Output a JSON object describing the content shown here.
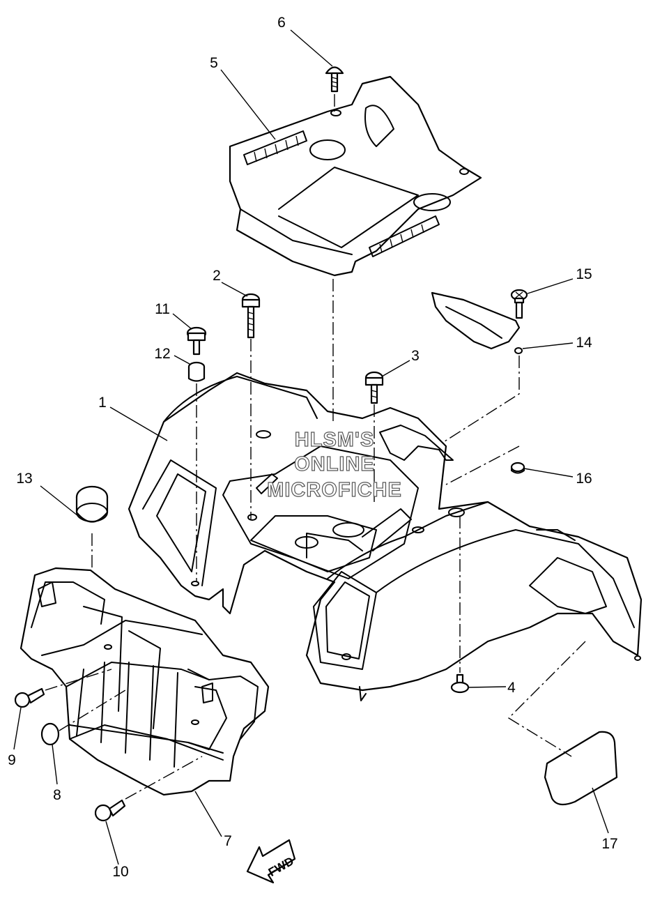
{
  "callouts": [
    "1",
    "2",
    "3",
    "4",
    "5",
    "6",
    "7",
    "8",
    "9",
    "10",
    "11",
    "12",
    "13",
    "14",
    "15",
    "16",
    "17"
  ],
  "watermark": {
    "line1": "HLSM'S",
    "line2": "ONLINE",
    "line3": "MICROFICHE"
  },
  "direction_arrow": {
    "label": "FWD"
  }
}
